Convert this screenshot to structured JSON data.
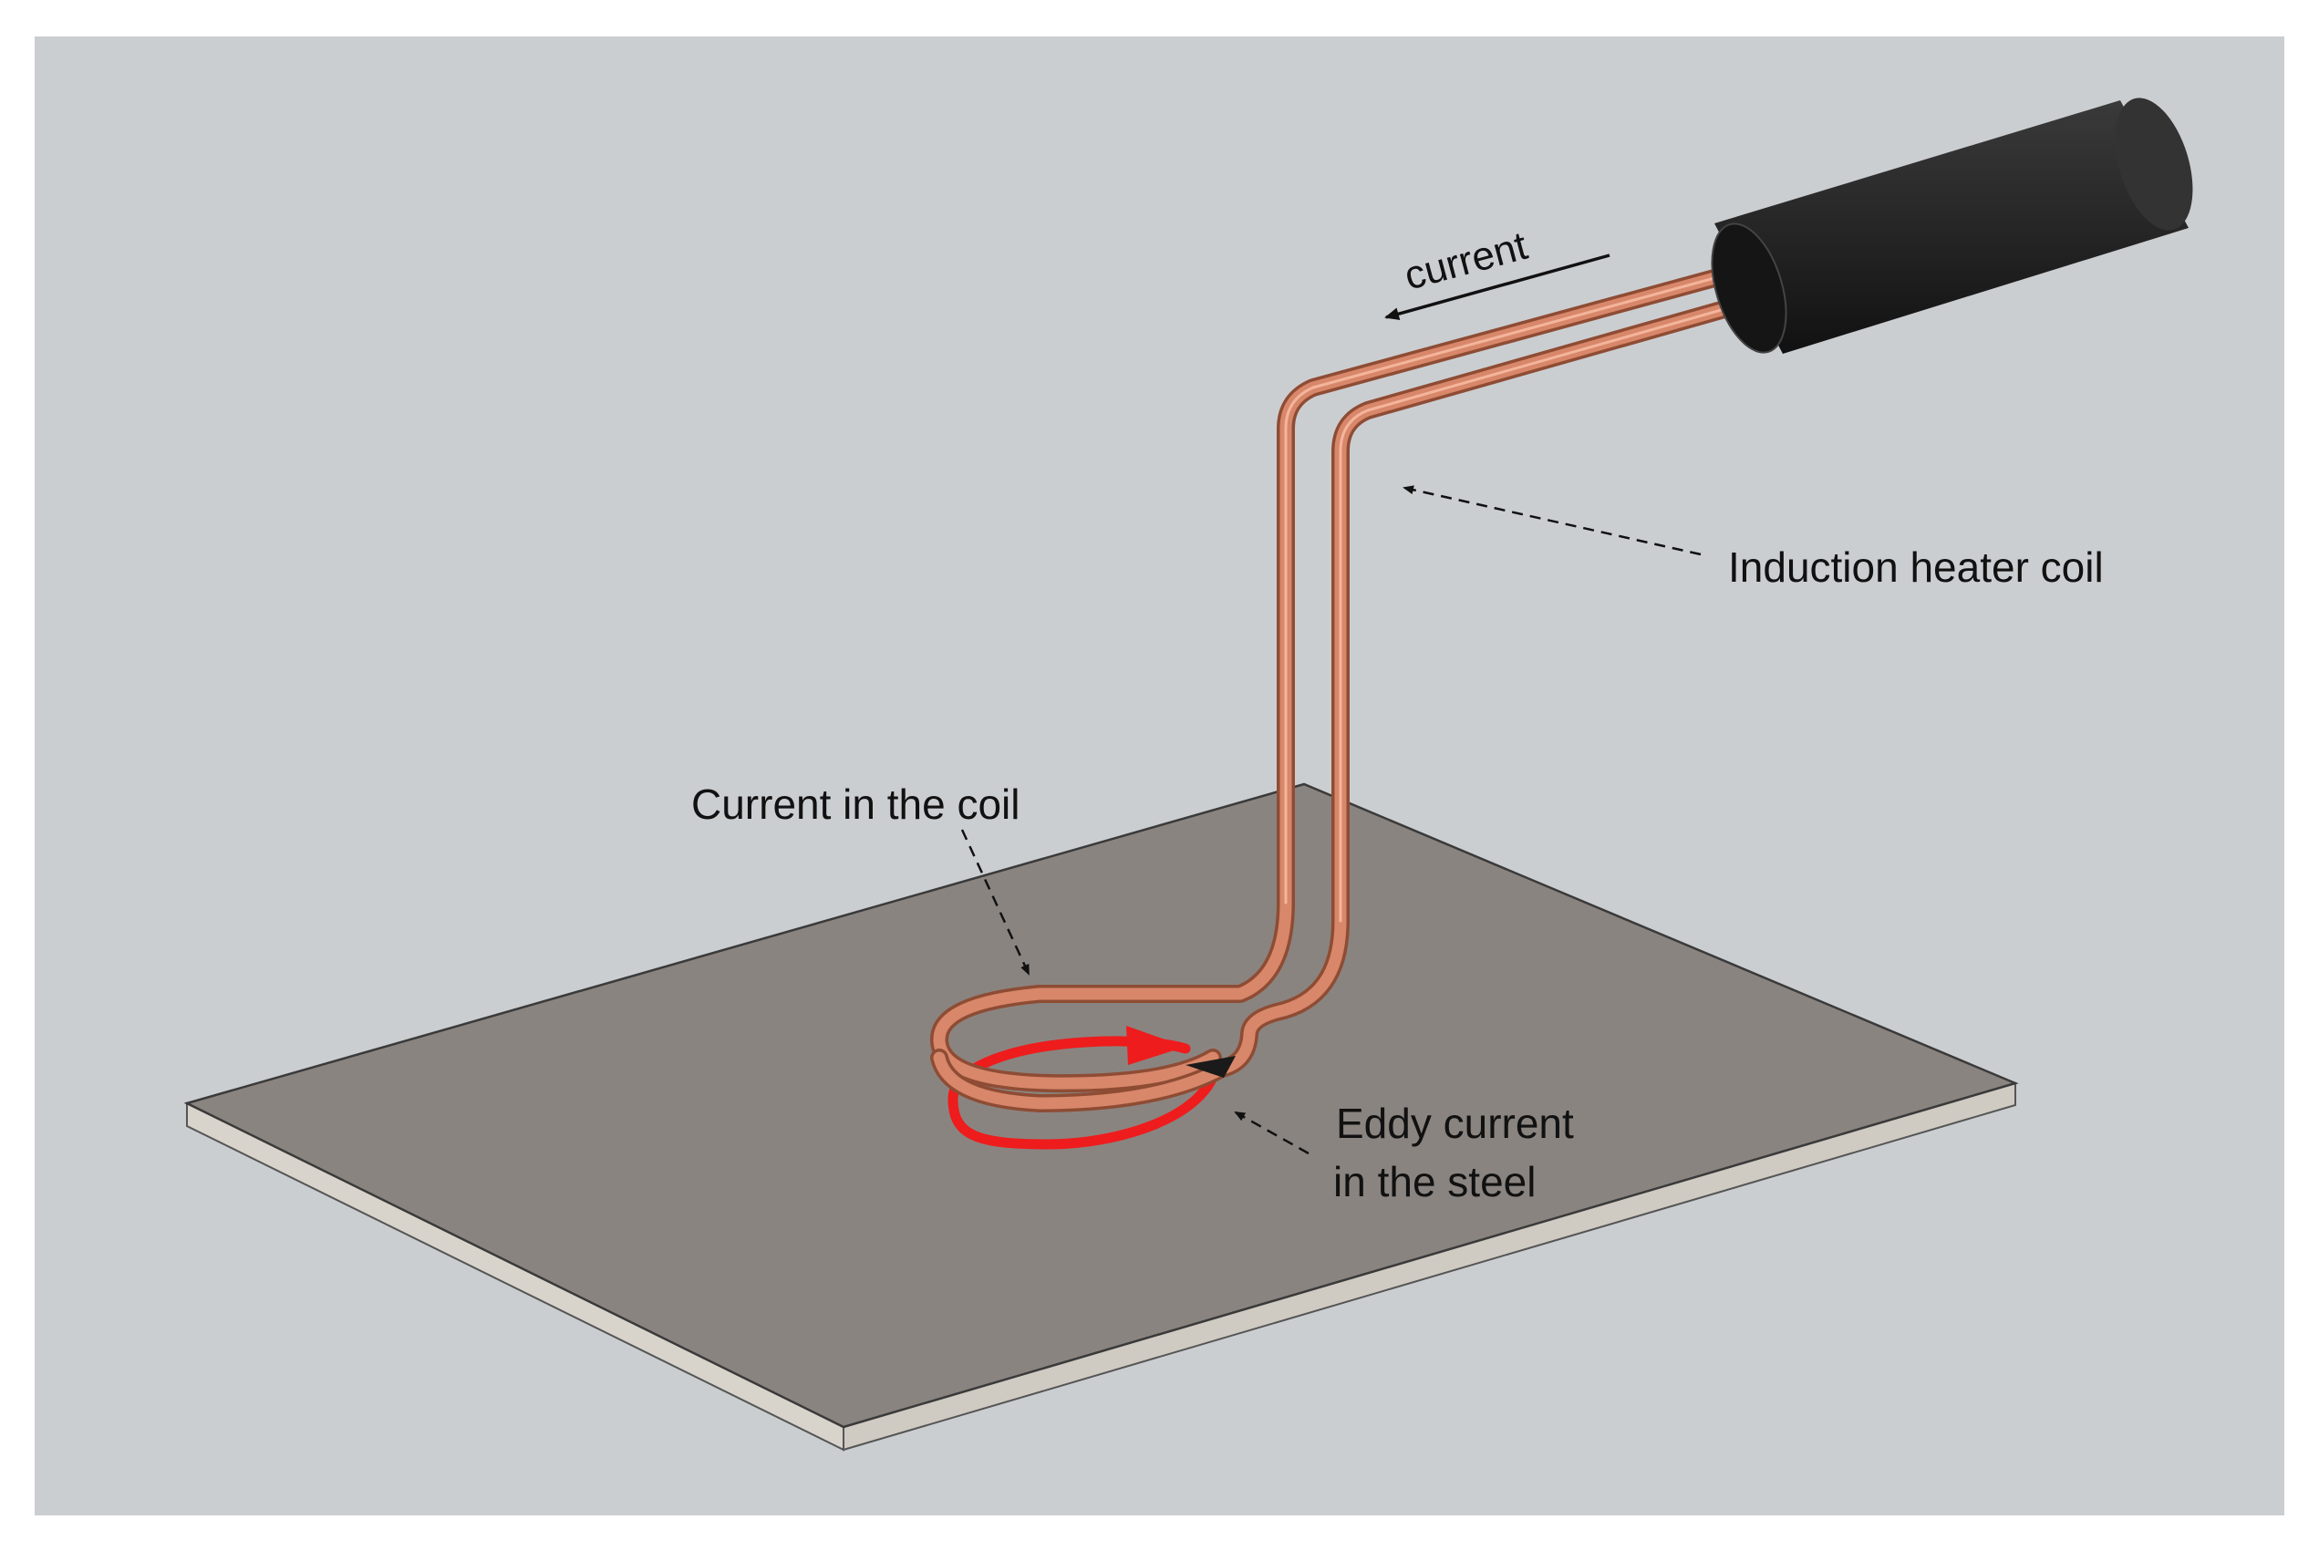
{
  "labels": {
    "current": "current",
    "induction_heater_coil": "Induction heater coil",
    "current_in_coil": "Current in the coil",
    "eddy_current_line1": "Eddy current",
    "eddy_current_line2": "in the steel"
  },
  "colors": {
    "background": "#cbced1",
    "plate_top": "#8a8480",
    "plate_edge": "#d8d4cc",
    "copper": "#d8876a",
    "copper_dark": "#a55a40",
    "handle": "#2b2b2b",
    "eddy_current": "#ee1c1c",
    "text": "#111111"
  }
}
